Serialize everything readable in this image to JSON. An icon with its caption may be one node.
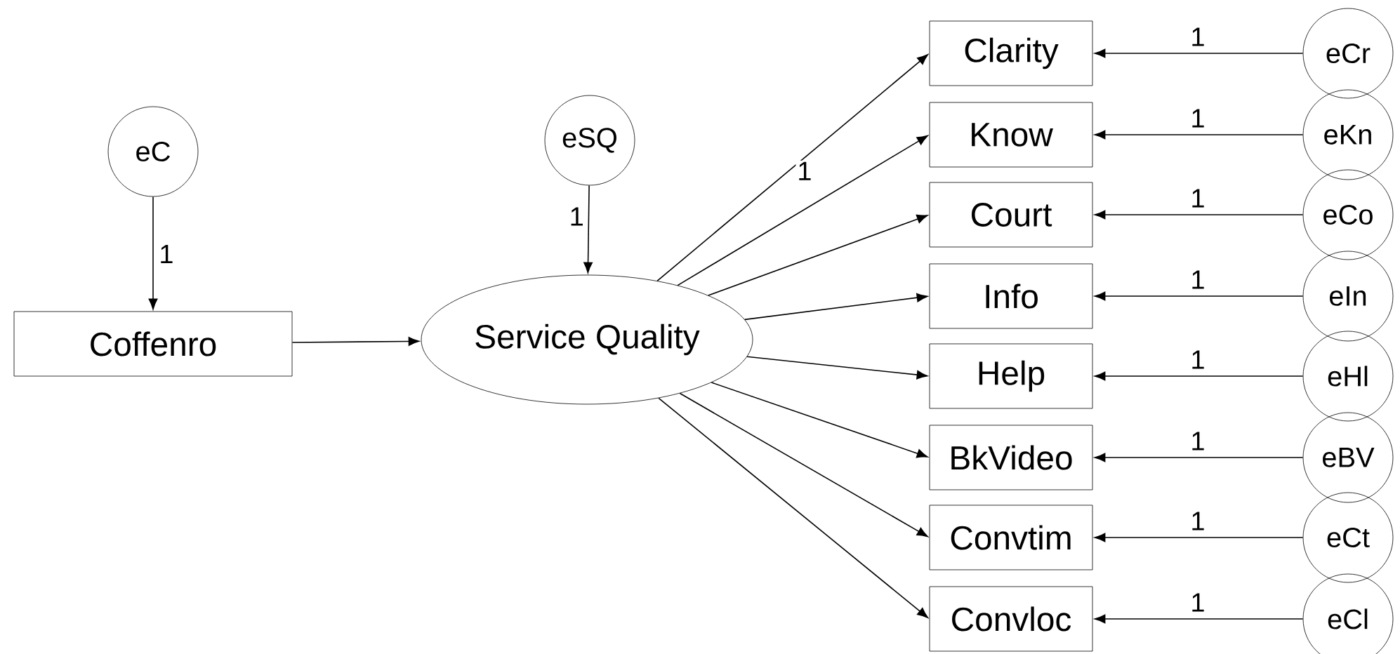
{
  "diagram": {
    "nodes": [
      {
        "text": [
          "eC"
        ]
      },
      {
        "text": [
          "eSQ"
        ]
      },
      {
        "text": [
          "Coffenro"
        ]
      },
      {
        "text": [
          "Service Quality"
        ]
      },
      {
        "text": [
          "Clarity"
        ]
      },
      {
        "text": [
          "Know"
        ]
      },
      {
        "text": [
          "Court"
        ]
      },
      {
        "text": [
          "Info"
        ]
      },
      {
        "text": [
          "Help"
        ]
      },
      {
        "text": [
          "BkVideo"
        ]
      },
      {
        "text": [
          "Convtim"
        ]
      },
      {
        "text": [
          "Convloc"
        ]
      },
      {
        "text": [
          "eCr"
        ]
      },
      {
        "text": [
          "eKn"
        ]
      },
      {
        "text": [
          "eCo"
        ]
      },
      {
        "text": [
          "eIn"
        ]
      },
      {
        "text": [
          "eHl"
        ]
      },
      {
        "text": [
          "eBV"
        ]
      },
      {
        "text": [
          "eCt"
        ]
      },
      {
        "text": [
          "eCl"
        ]
      }
    ],
    "edges": [
      {
        "from": 0,
        "to": 2,
        "arrow": "to",
        "label": "1"
      },
      {
        "from": 1,
        "to": 3,
        "arrow": "to",
        "label": "1"
      },
      {
        "from": 2,
        "to": 3,
        "arrow": "to"
      },
      {
        "from": 3,
        "to": 4,
        "arrow": "to",
        "label": "1"
      },
      {
        "from": 3,
        "to": 5,
        "arrow": "to"
      },
      {
        "from": 3,
        "to": 6,
        "arrow": "to"
      },
      {
        "from": 3,
        "to": 7,
        "arrow": "to"
      },
      {
        "from": 3,
        "to": 8,
        "arrow": "to"
      },
      {
        "from": 3,
        "to": 9,
        "arrow": "to"
      },
      {
        "from": 3,
        "to": 10,
        "arrow": "to"
      },
      {
        "from": 3,
        "to": 11,
        "arrow": "to"
      },
      {
        "from": 12,
        "to": 4,
        "arrow": "to",
        "label": "1"
      },
      {
        "from": 13,
        "to": 5,
        "arrow": "to",
        "label": "1"
      },
      {
        "from": 14,
        "to": 6,
        "arrow": "to",
        "label": "1"
      },
      {
        "from": 15,
        "to": 7,
        "arrow": "to",
        "label": "1"
      },
      {
        "from": 16,
        "to": 8,
        "arrow": "to",
        "label": "1"
      },
      {
        "from": 17,
        "to": 9,
        "arrow": "to",
        "label": "1"
      },
      {
        "from": 18,
        "to": 10,
        "arrow": "to",
        "label": "1"
      },
      {
        "from": 19,
        "to": 11,
        "arrow": "to",
        "label": "1"
      }
    ]
  }
}
